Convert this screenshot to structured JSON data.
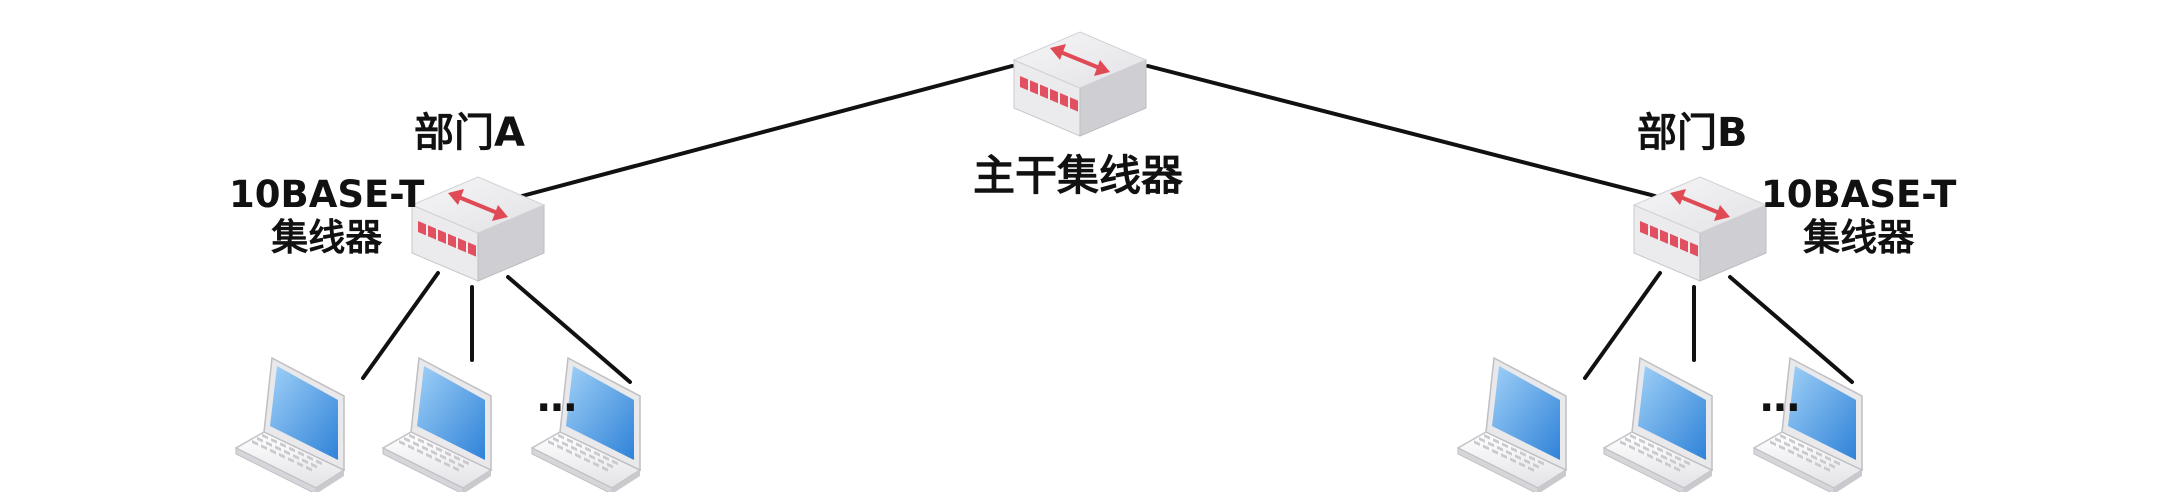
{
  "diagram": {
    "backbone_hub": {
      "label": "主干集线器",
      "icon": "hub-icon"
    },
    "departments": [
      {
        "name": "部门A",
        "hub_label_line1": "10BASE-T",
        "hub_label_line2": "集线器",
        "hub_icon": "hub-icon",
        "computers": 3,
        "ellipsis": "…"
      },
      {
        "name": "部门B",
        "hub_label_line1": "10BASE-T",
        "hub_label_line2": "集线器",
        "hub_icon": "hub-icon",
        "computers": 3,
        "ellipsis": "…"
      }
    ],
    "computer_icon": "laptop-icon",
    "colors": {
      "hub_top": "#ececee",
      "hub_side": "#cfcfd3",
      "hub_port": "#e05060",
      "arrow": "#e04a55",
      "screen": "#3e8fe0",
      "line": "#111111"
    }
  }
}
